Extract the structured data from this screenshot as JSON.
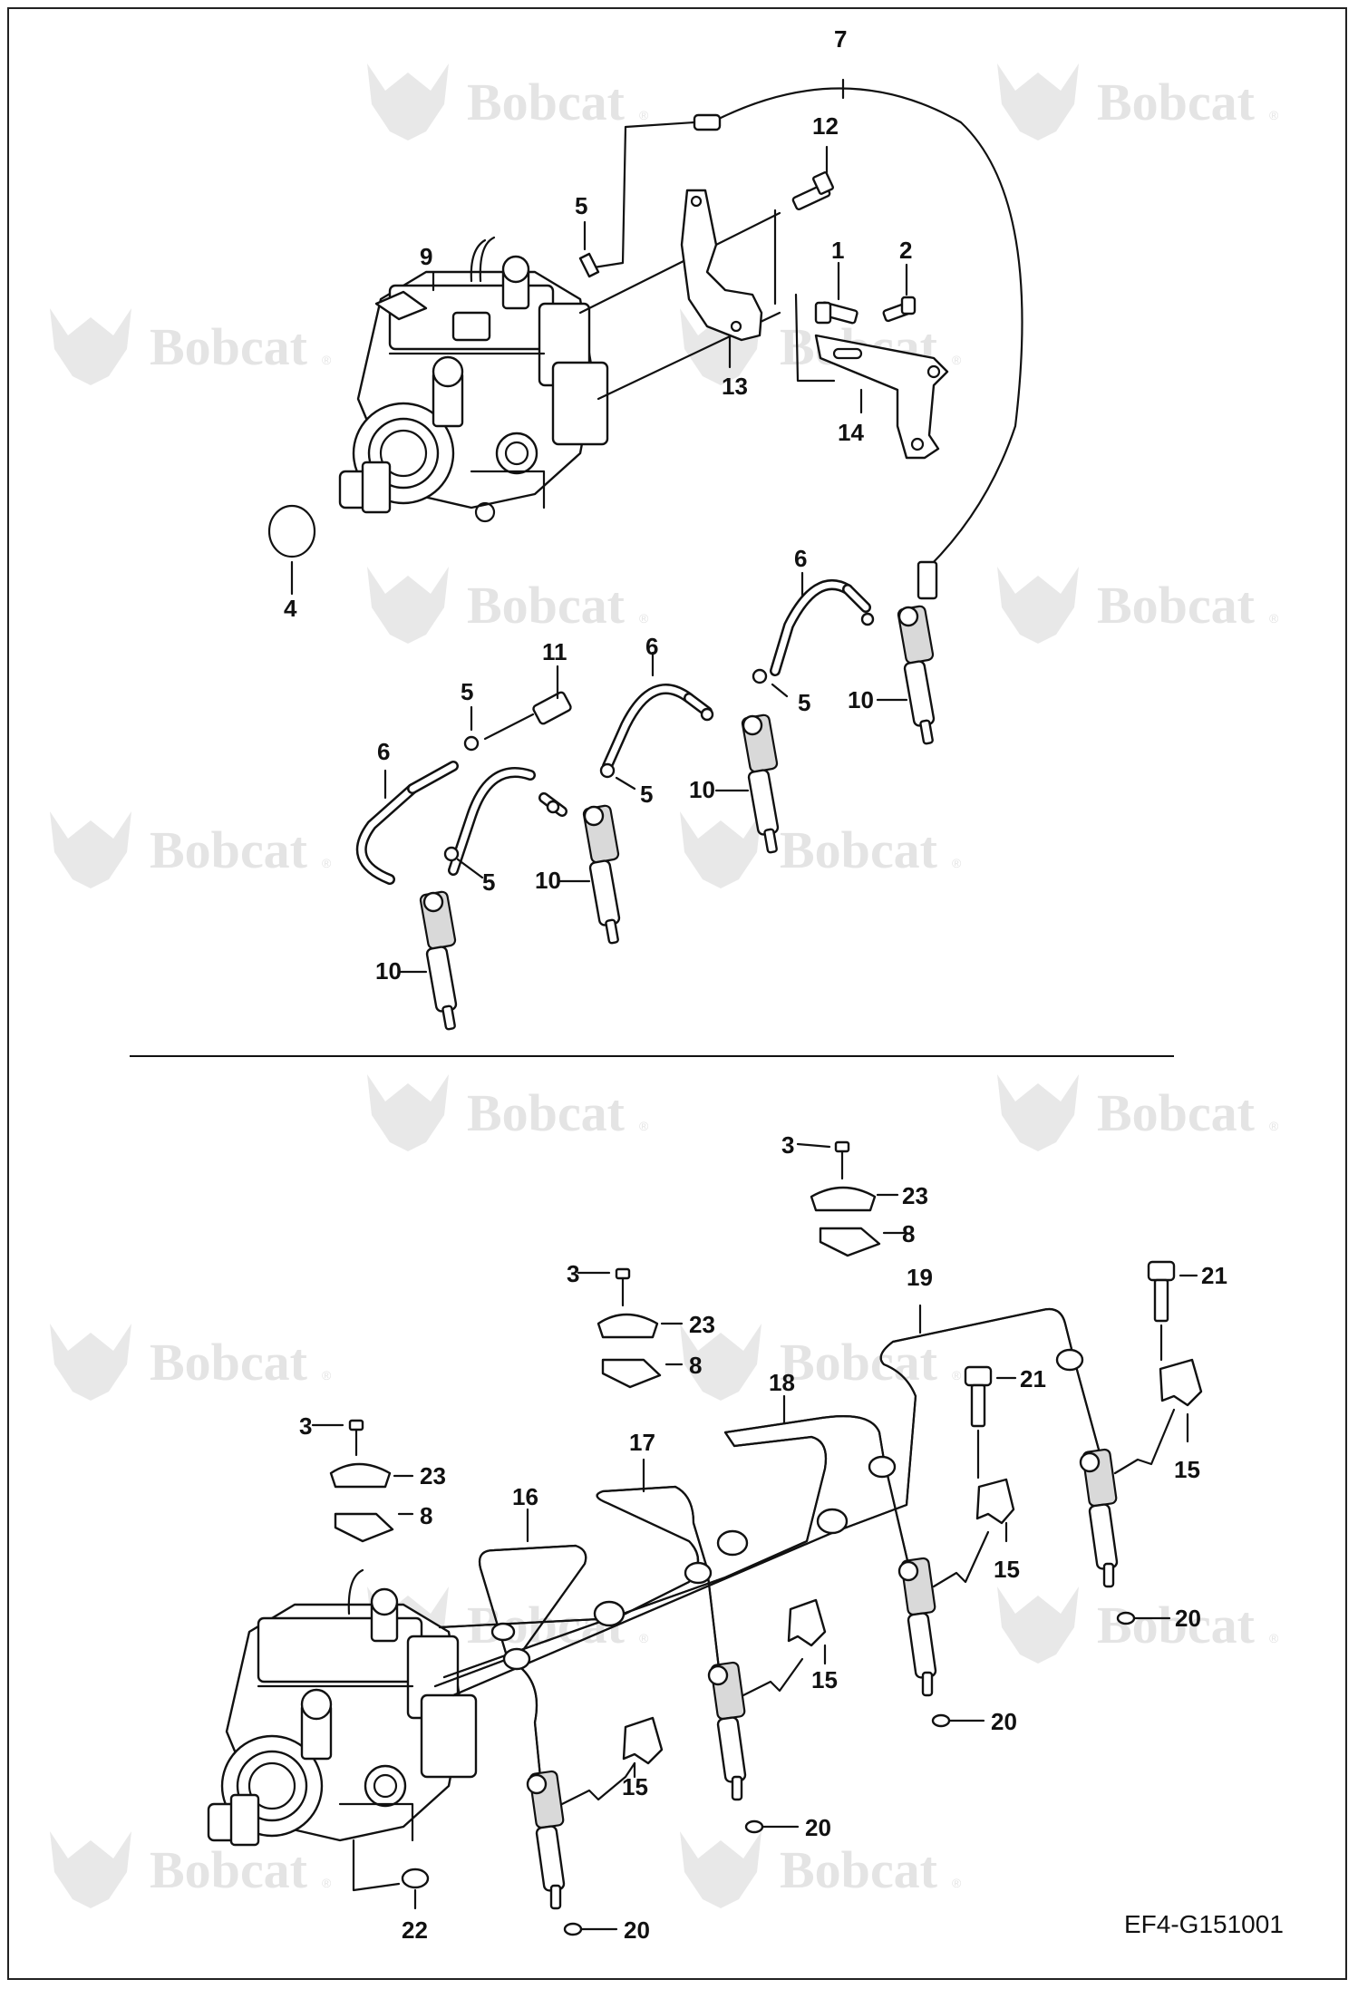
{
  "diagram": {
    "drawing_code": "EF4-G151001",
    "watermark_text": "Bobcat",
    "watermark_mark": "®",
    "callouts_top": [
      "7",
      "12",
      "5",
      "9",
      "1",
      "2",
      "13",
      "14",
      "4",
      "6",
      "11",
      "5",
      "5",
      "10",
      "6",
      "5",
      "10",
      "6",
      "5",
      "5",
      "10",
      "10"
    ],
    "callouts_bottom": [
      "3",
      "23",
      "8",
      "19",
      "21",
      "3",
      "23",
      "8",
      "21",
      "18",
      "17",
      "3",
      "23",
      "8",
      "16",
      "15",
      "15",
      "20",
      "15",
      "20",
      "15",
      "20",
      "22",
      "20"
    ]
  }
}
